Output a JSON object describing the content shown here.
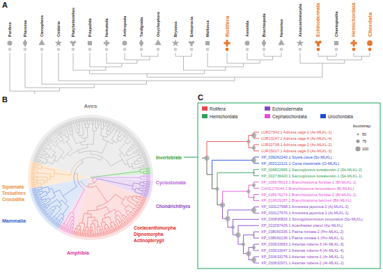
{
  "diagram": {
    "labels": [
      "A",
      "B",
      "C",
      "Porifera",
      "Placozoa",
      "Ctenophora",
      "Cnidaria",
      "Platyhelminthes",
      "Priapulida",
      "Nematoda",
      "Arthropoda",
      "Tardigrada",
      "Onychophora",
      "Bryozoa",
      "Entoprocta",
      "Mollusca",
      "Rotifera",
      "Annelida",
      "Brachiopoda",
      "Nemertea",
      "Xenacoelomorpha",
      "Echinodermata",
      "Chaetognatha",
      "Hemichordata",
      "Chordata",
      "Aves",
      "Squamata",
      "Testudines",
      "Crocodilia",
      "Mammalia",
      "Amphibia",
      "Coelacanthimorpha",
      "Dipnomorpha",
      "Actinopterygii",
      "Invertebrate",
      "Cyclostomata",
      "Chondrichthyes",
      "bootstrap",
      "UJR27342.1 Adineta vaga-1 (Av-MLKL-1)",
      "UJR23247.1 Adineta vaga-4 (Av-MLKL-4)",
      "UJR32738.1 Adineta vaga-2 (Av-MLKL-2)",
      "UJR15017.1 Adineta vaga-3 (Av-MLKL-3)",
      "XP_039262240.1 Styela clava (Sc-MLKL)",
      "XP_002122121.1 Ciona intestinalis (Ci-MLKL)",
      "XP_006822665.1 Saccoglossus kowalevskii-2 (Sk-MLKL-2)",
      "XP_002736420.1 Saccoglossus kowalevskii-1 (Sk-MLKL-1)",
      "XP_035678013.1 Branchiostoma floridae-1 (Bf-MLKL-1)",
      "CAH1270044.1 Branchiostoma lanceolatum (Bl-MLKL)",
      "XP_035676274.1 Branchiostoma floridae-2 (Bf-MLKL-2)",
      "XP_019629187.1 Branchiostoma belcheri (Bb-MLKL)",
      "XP_033127568.1 Anneissia japonica-2 (Aj-MLKL-2)",
      "XP_033127576.1 Anneissia japonica-1 (Aj-MLKL-1)",
      "XP_030830833.1 Strongylocentrotus purpuratus (Sp-MLKL)",
      "XP_022097429.1 Acanthaster planci (Ap-MLKL)",
      "XP_038060335.1 Patiria miniata-2 (Pm-MLKL-2)",
      "XP_038060236.1 Patiria miniata-1 (Pm-MLKL-1)",
      "XP_033633653.1 Asterias rubens-3 (Ar-MLKL-3)",
      "XP_033633047.1 Asterias rubens-4 (Ar-MLKL-4)",
      "XP_033633278.1 Asterias rubens-1 (Ar-MLKL-1)",
      "XP_033632971.1 Asterias rubens-2 (Ar-MLKL-2)"
    ],
    "legend": [
      {
        "text": "Rotifera",
        "color": "#e8474c"
      },
      {
        "text": "Echinodermata",
        "color": "#8b44c8"
      },
      {
        "text": "Hemichordata",
        "color": "#2ca05a"
      },
      {
        "text": "Cephalochordata",
        "color": "#e54fd6"
      },
      {
        "text": "Urochordata",
        "color": "#1f49d6"
      },
      {
        "text": "50"
      },
      {
        "text": "75"
      },
      {
        "text": "100"
      }
    ]
  }
}
